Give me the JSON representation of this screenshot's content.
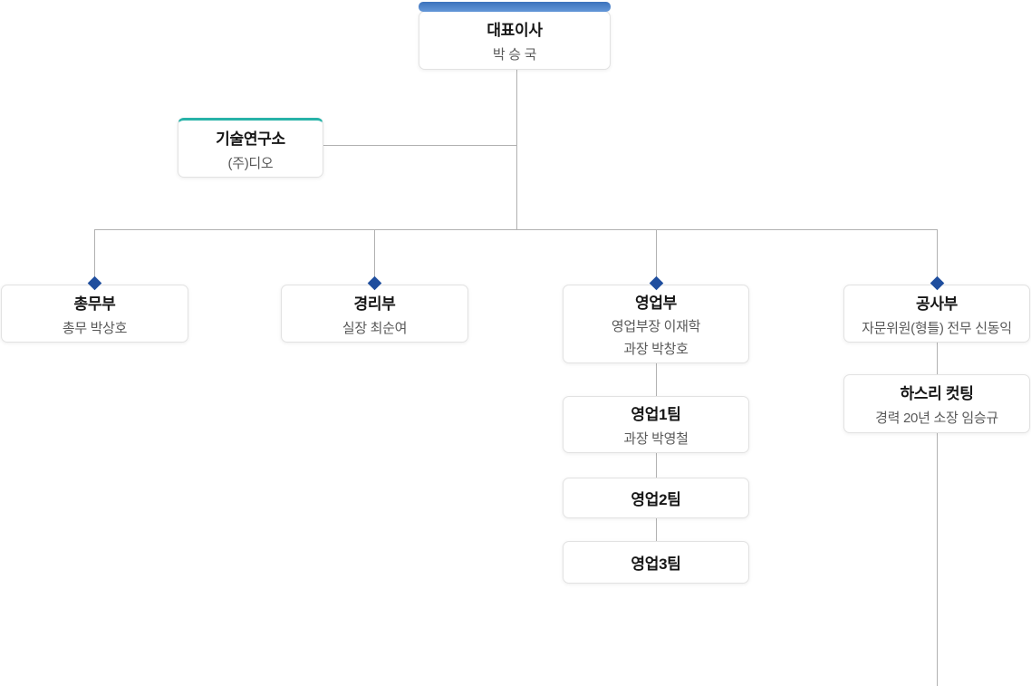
{
  "org_chart": {
    "ceo": {
      "title": "대표이사",
      "name": "박 승 국"
    },
    "research": {
      "title": "기술연구소",
      "name": "(주)디오"
    },
    "departments": {
      "general_affairs": {
        "title": "총무부",
        "name": "총무 박상호"
      },
      "accounting": {
        "title": "경리부",
        "name": "실장 최순여"
      },
      "sales": {
        "title": "영업부",
        "name": "영업부장 이재학",
        "name2": "과장 박창호"
      },
      "construction": {
        "title": "공사부",
        "name": "자문위원(형틀) 전무 신동익"
      }
    },
    "sales_teams": {
      "team1": {
        "title": "영업1팀",
        "name": "과장 박영철"
      },
      "team2": {
        "title": "영업2팀"
      },
      "team3": {
        "title": "영업3팀"
      }
    },
    "construction_sub": {
      "hasri": {
        "title": "하스리 컷팅",
        "name": "경력 20년 소장 임승규"
      }
    },
    "colors": {
      "ceo_bar_gradient_top": "#3c72bc",
      "ceo_bar_gradient_bottom": "#6397d8",
      "research_accent_teal": "#27b2a8",
      "diamond_marker_blue": "#1f4e9e",
      "connector_gray": "#b1b1b1",
      "box_border": "#e2e2e2"
    }
  }
}
